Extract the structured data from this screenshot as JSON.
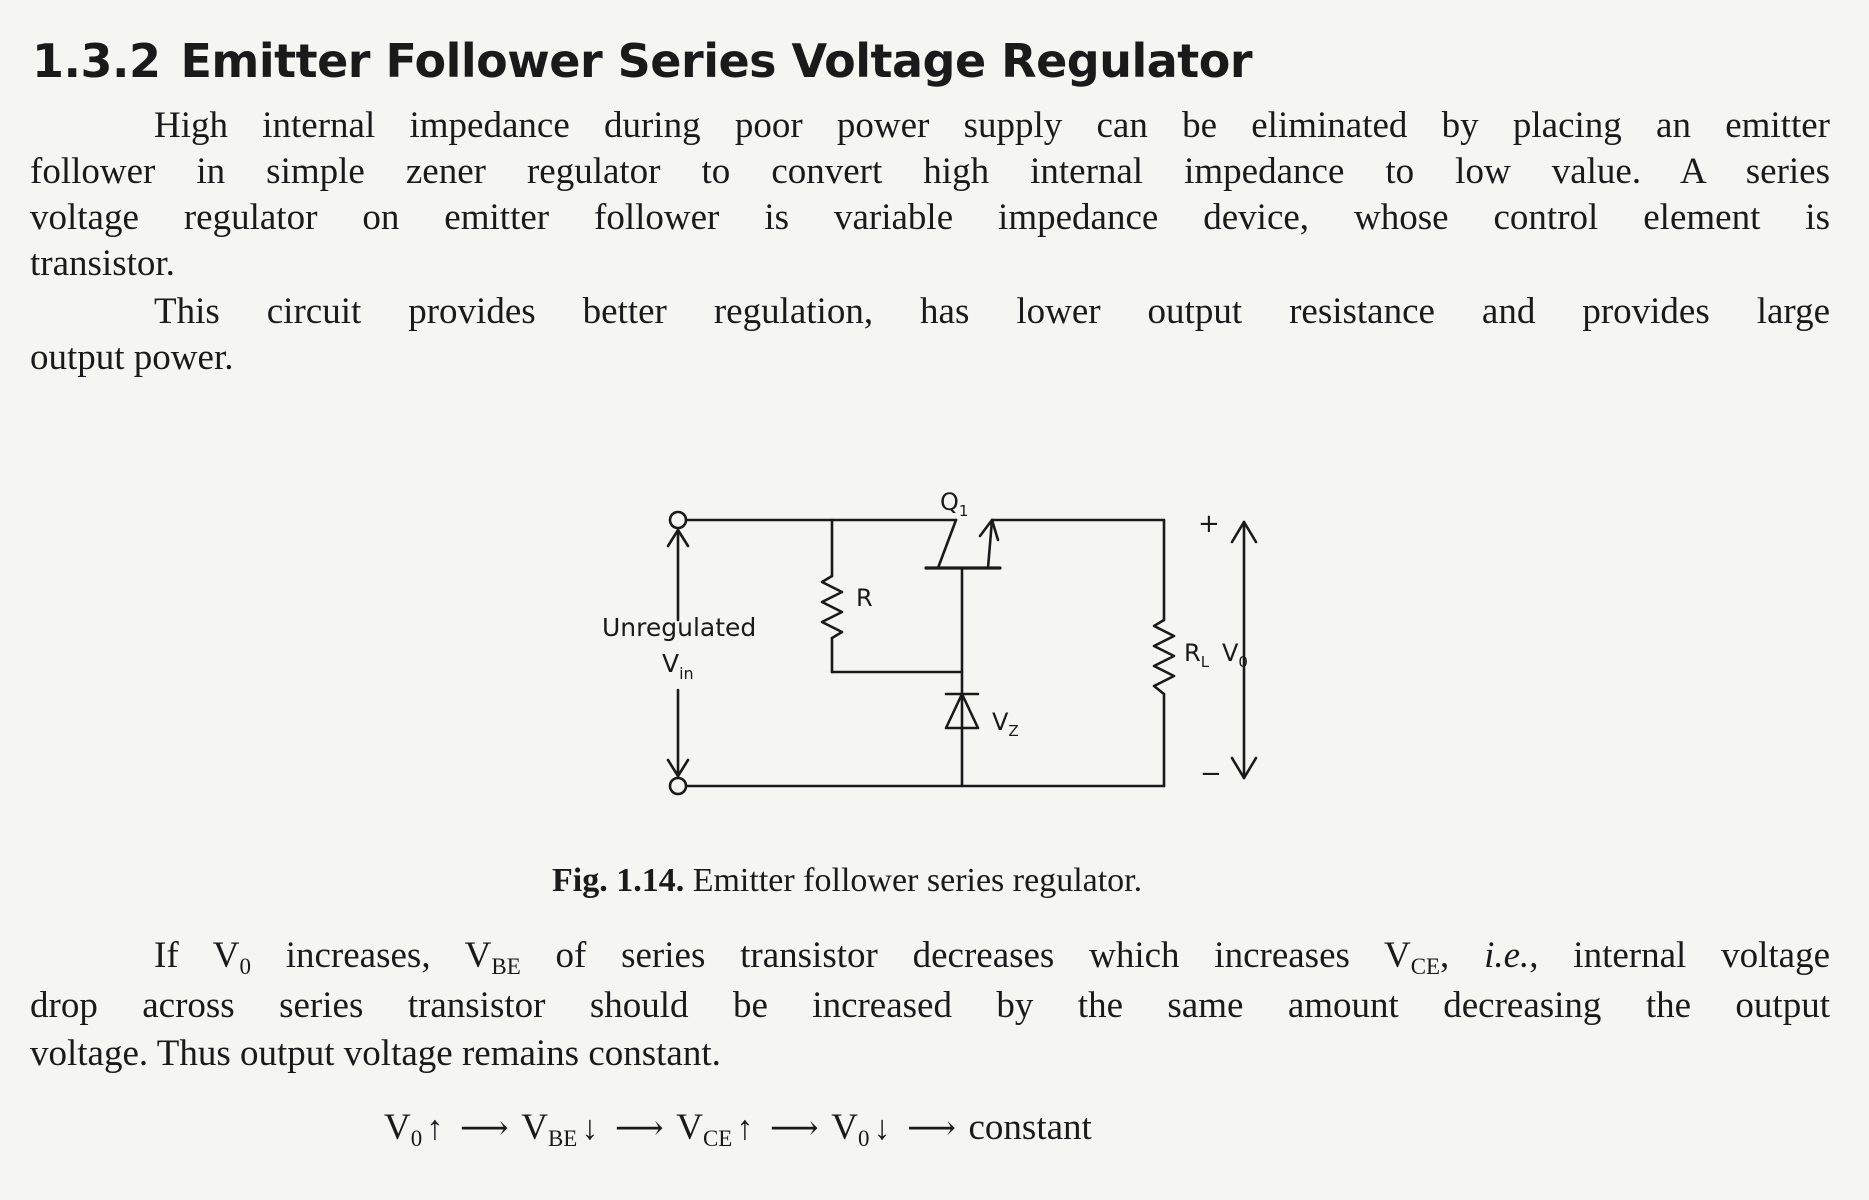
{
  "section": {
    "number": "1.3.2",
    "title": "Emitter Follower Series Voltage Regulator"
  },
  "paragraph1": {
    "line1": "High internal impedance during poor power supply can be eliminated by placing an emitter",
    "line2": "follower in simple zener regulator to convert high internal impedance to low value. A series",
    "line3": "voltage regulator on emitter follower is variable impedance device, whose control element is",
    "line4": "transistor."
  },
  "paragraph2": {
    "line1": "This circuit provides better regulation, has lower output resistance and provides large",
    "line2": "output power."
  },
  "figure": {
    "labels": {
      "transistor": "Q",
      "transistor_sub": "1",
      "resistor": "R",
      "input_label": "Unregulated",
      "input_voltage": "V",
      "input_voltage_sub": "in",
      "zener": "V",
      "zener_sub": "Z",
      "load": "R",
      "load_sub": "L",
      "output_voltage": "V",
      "output_voltage_sub": "0",
      "plus": "+",
      "minus": "−"
    },
    "caption_number": "Fig. 1.14.",
    "caption_text": "Emitter follower series regulator."
  },
  "paragraph3": {
    "line1": {
      "t1": "If V",
      "s1": "0",
      "t2": " increases, V",
      "s2": "BE",
      "t3": " of series transistor decreases which increases V",
      "s3": "CE",
      "t4": ", ",
      "ie": "i.e.",
      "t5": ", internal voltage"
    },
    "line2": "drop across series transistor should be increased by the same amount decreasing the output",
    "line3": "voltage. Thus output voltage remains constant."
  },
  "chain": {
    "v0": "V",
    "v0_sub": "0",
    "vbe": "V",
    "vbe_sub": "BE",
    "vce": "V",
    "vce_sub": "CE",
    "up": "↑",
    "down": "↓",
    "arrow": "⟶",
    "end": "constant"
  }
}
